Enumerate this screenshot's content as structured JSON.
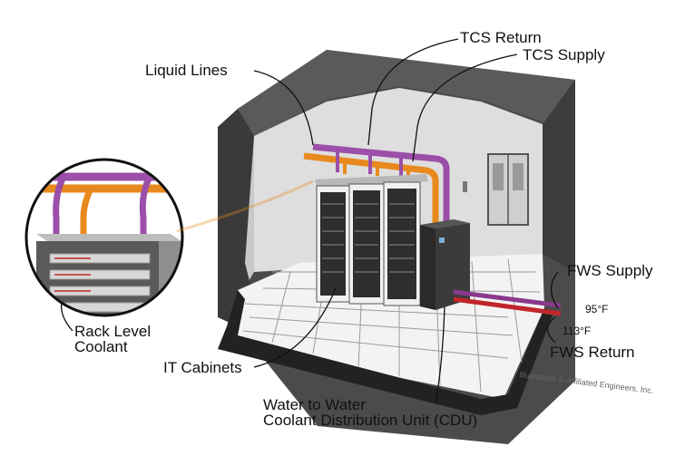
{
  "labels": {
    "tcs_return": "TCS Return",
    "tcs_supply": "TCS Supply",
    "liquid_lines": "Liquid Lines",
    "fws_supply": "FWS Supply",
    "fws_return": "FWS Return",
    "temp_supply": "95°F",
    "temp_return": "113°F",
    "rack_level_line1": "Rack Level",
    "rack_level_line2": "Coolant",
    "it_cabinets": "IT Cabinets",
    "cdu_line1": "Water to Water",
    "cdu_line2": "Coolant Distribution Unit (CDU)",
    "credit": "Illustration © Affiliated Engineers, Inc."
  },
  "colors": {
    "supply_pipe": "#e8891e",
    "return_pipe": "#9b4fa8",
    "fws_supply_pipe": "#8a3a8c",
    "fws_return_pipe": "#c0262a",
    "wall_dark": "#4a4a4a",
    "wall_light": "#e2e2e2",
    "floor": "#f4f4f4",
    "cabinet": "#3b3b3b"
  }
}
